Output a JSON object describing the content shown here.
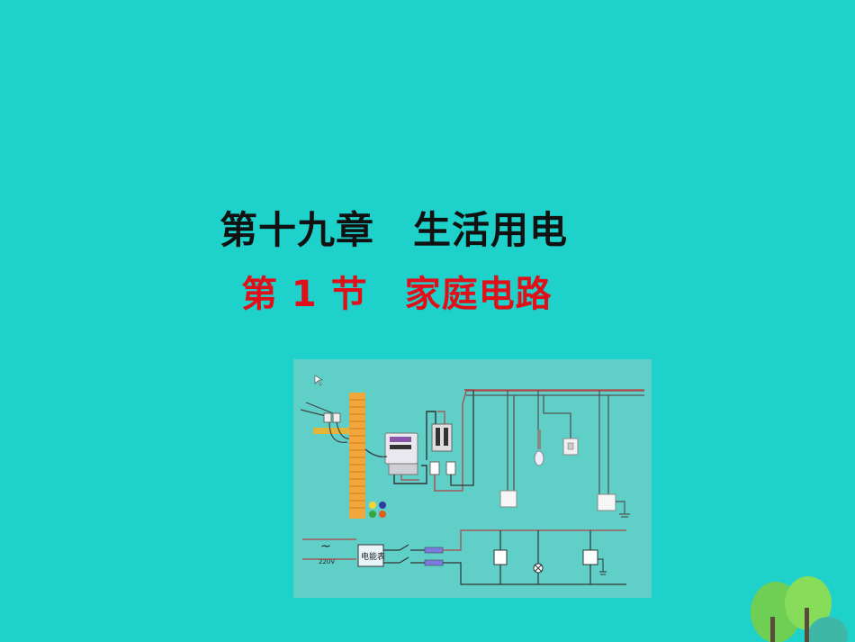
{
  "slide": {
    "title": "第十九章　生活用电",
    "subtitle": "第 1 节　家庭电路"
  },
  "diagram": {
    "meter_label": "电能表",
    "voltage_label": "220V",
    "ac_symbol": "~"
  },
  "colors": {
    "background": "#1ed1cb",
    "title": "#111111",
    "subtitle": "#e0101a",
    "diagram_bg": "#5fcfc8"
  }
}
